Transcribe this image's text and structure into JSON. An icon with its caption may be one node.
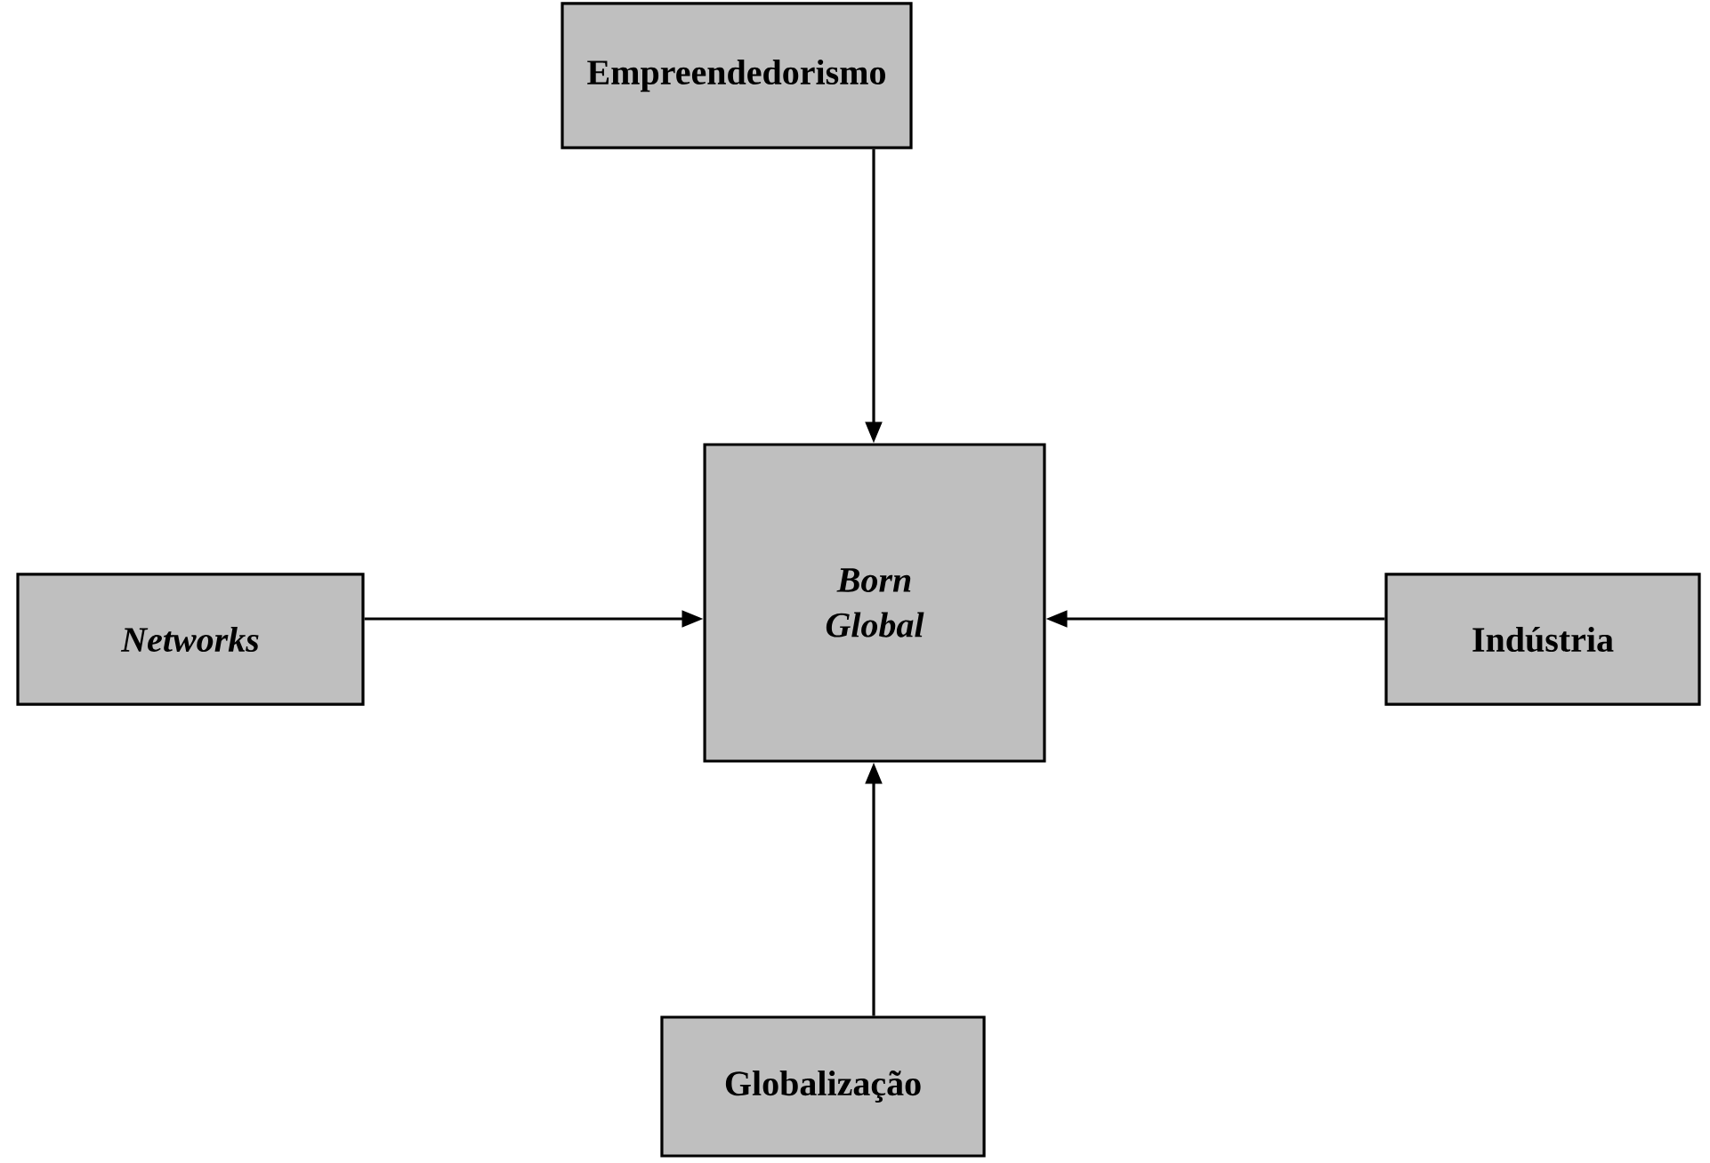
{
  "diagram": {
    "nodes": [
      {
        "text": [
          "Empreendedorismo"
        ]
      },
      {
        "text": [
          "Born Global"
        ]
      },
      {
        "text": [
          "Networks"
        ]
      },
      {
        "text": [
          "Indústria"
        ]
      },
      {
        "text": [
          "Globalização"
        ]
      }
    ],
    "edges": [
      {
        "from": 0,
        "to": 1,
        "arrow": "to"
      },
      {
        "from": 2,
        "to": 1,
        "arrow": "to"
      },
      {
        "from": 3,
        "to": 1,
        "arrow": "to"
      },
      {
        "from": 4,
        "to": 1,
        "arrow": "to"
      }
    ]
  }
}
